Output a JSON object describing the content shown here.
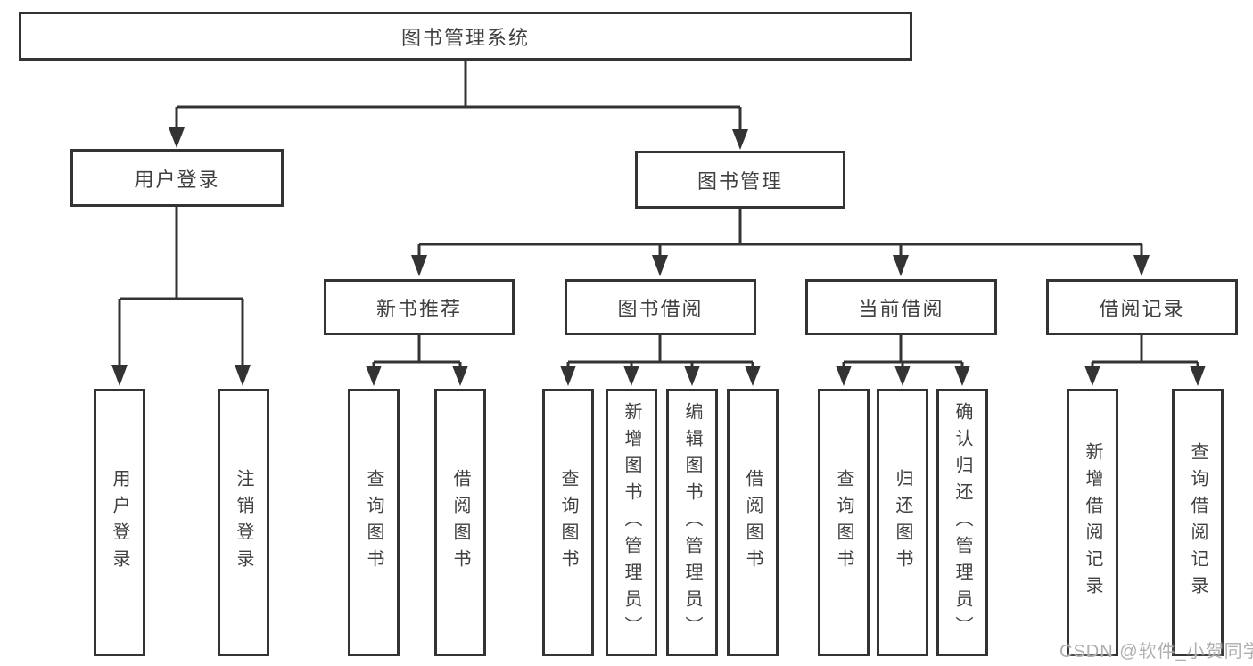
{
  "tree": {
    "root": {
      "label": "图书管理系统"
    },
    "branches": [
      {
        "label": "用户登录",
        "leaves": [
          {
            "label": "用户登录"
          },
          {
            "label": "注销登录"
          }
        ]
      },
      {
        "label": "图书管理",
        "groups": [
          {
            "label": "新书推荐",
            "leaves": [
              {
                "label": "查询图书"
              },
              {
                "label": "借阅图书"
              }
            ]
          },
          {
            "label": "图书借阅",
            "leaves": [
              {
                "label": "查询图书"
              },
              {
                "label": "新增图书（管理员）"
              },
              {
                "label": "编辑图书（管理员）"
              },
              {
                "label": "借阅图书"
              }
            ]
          },
          {
            "label": "当前借阅",
            "leaves": [
              {
                "label": "查询图书"
              },
              {
                "label": "归还图书"
              },
              {
                "label": "确认归还（管理员）"
              }
            ]
          },
          {
            "label": "借阅记录",
            "leaves": [
              {
                "label": "新增借阅记录"
              },
              {
                "label": "查询借阅记录"
              }
            ]
          }
        ]
      }
    ]
  },
  "watermark": {
    "text": "CSDN @软件_小贺同学"
  },
  "colors": {
    "line": "#333333",
    "box_border": "#333333",
    "text": "#404040",
    "watermark": "#b0b0b0",
    "background": "#ffffff"
  }
}
